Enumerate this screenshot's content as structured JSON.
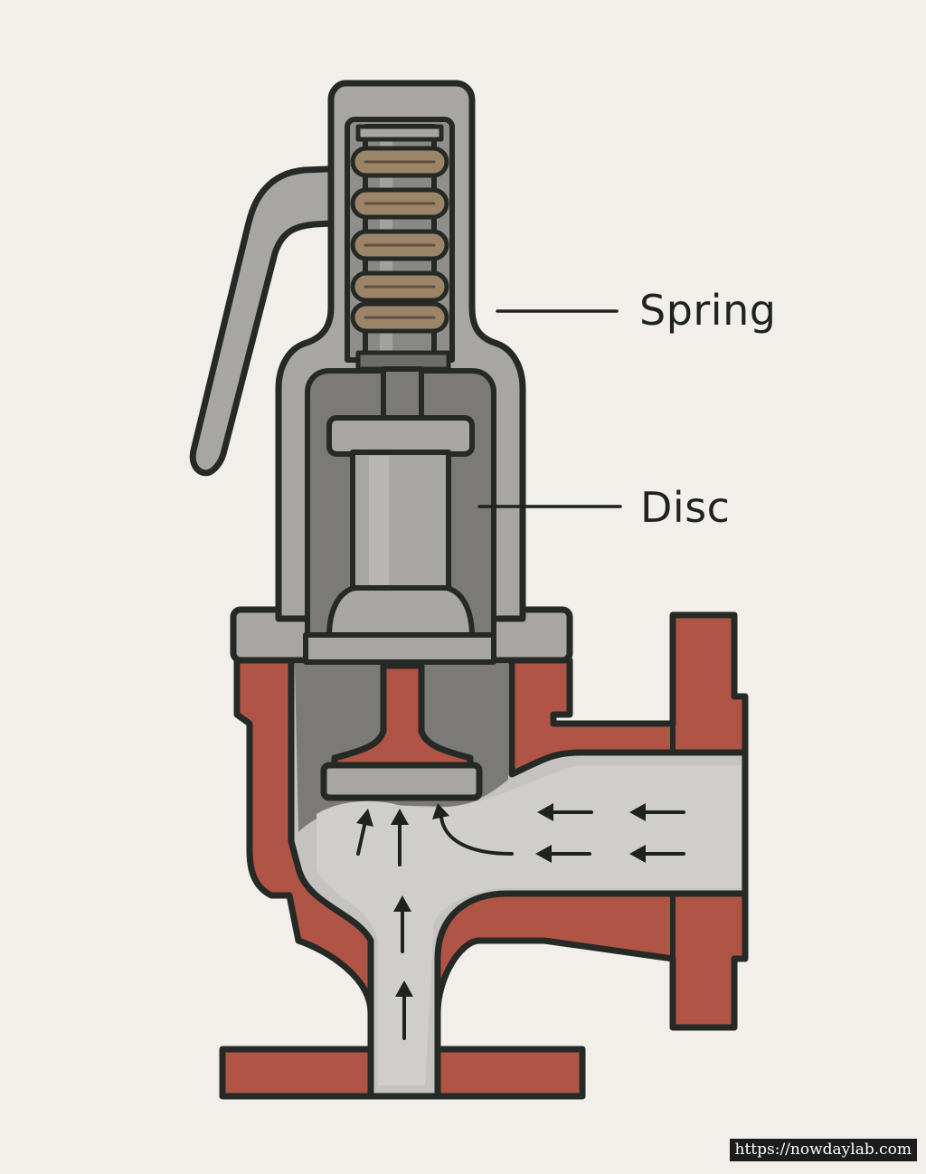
{
  "labels": {
    "spring": "Spring",
    "disc": "Disc"
  },
  "watermark": "https://nowdaylab.com",
  "colors": {
    "background": "#f2efea",
    "outline": "#252a27",
    "body_red": "#b05446",
    "bonnet_gray": "#a8a6a2",
    "inner_dark": "#7b7a77",
    "flow_gray": "#c4c3bf",
    "spring_coil": "#9c8468",
    "spring_rod": "#898884"
  }
}
